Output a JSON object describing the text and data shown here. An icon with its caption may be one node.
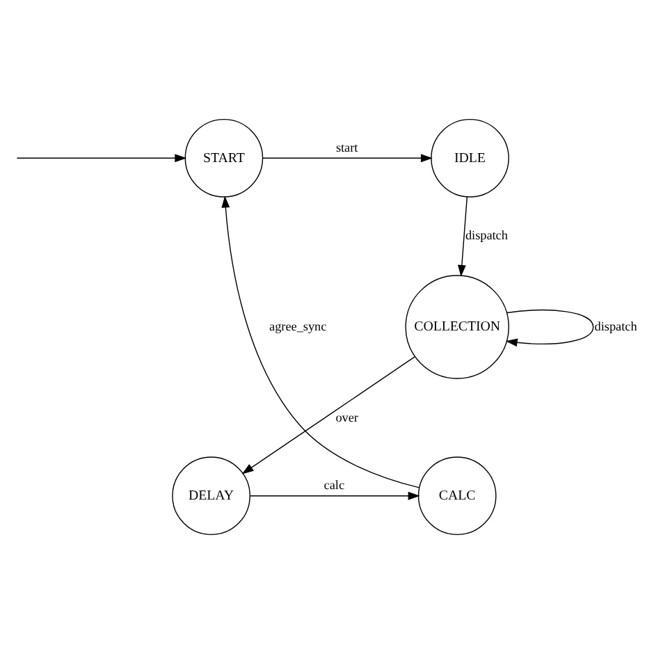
{
  "diagram": {
    "nodes": [
      {
        "text": [
          "START"
        ]
      },
      {
        "text": [
          "IDLE"
        ]
      },
      {
        "text": [
          "COLLECTION"
        ]
      },
      {
        "text": [
          "DELAY"
        ]
      },
      {
        "text": [
          "CALC"
        ]
      }
    ],
    "edges": [
      {
        "from": null,
        "to": 0,
        "arrow": "to"
      },
      {
        "from": 0,
        "to": 1,
        "arrow": "to",
        "label": "start"
      },
      {
        "from": 1,
        "to": 2,
        "arrow": "to",
        "label": "dispatch"
      },
      {
        "from": 2,
        "to": 2,
        "arrow": "to",
        "label": "dispatch"
      },
      {
        "from": 2,
        "to": 3,
        "arrow": "to",
        "label": "over"
      },
      {
        "from": 3,
        "to": 4,
        "arrow": "to",
        "label": "calc"
      },
      {
        "from": 4,
        "to": 0,
        "arrow": "to",
        "label": "agree_sync"
      }
    ]
  }
}
